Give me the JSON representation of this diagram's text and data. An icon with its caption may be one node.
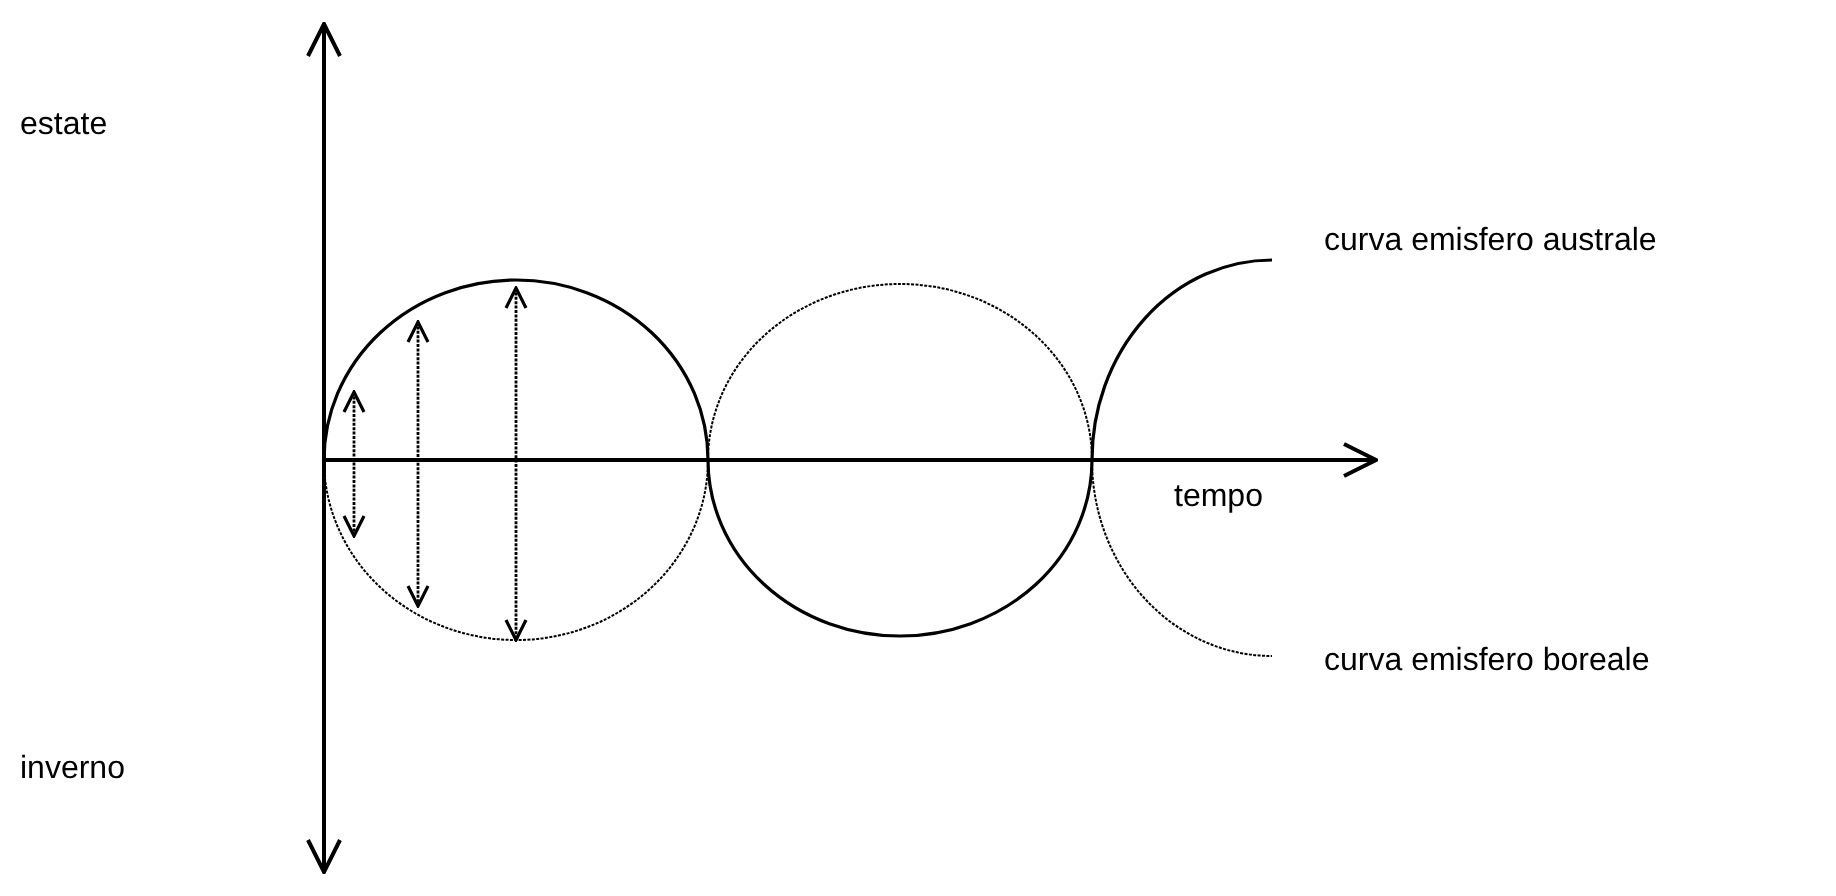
{
  "diagram": {
    "labels": [
      "estate",
      "curva emisfero australe",
      "tempo",
      "curva emisfero boreale",
      "inverno"
    ]
  }
}
